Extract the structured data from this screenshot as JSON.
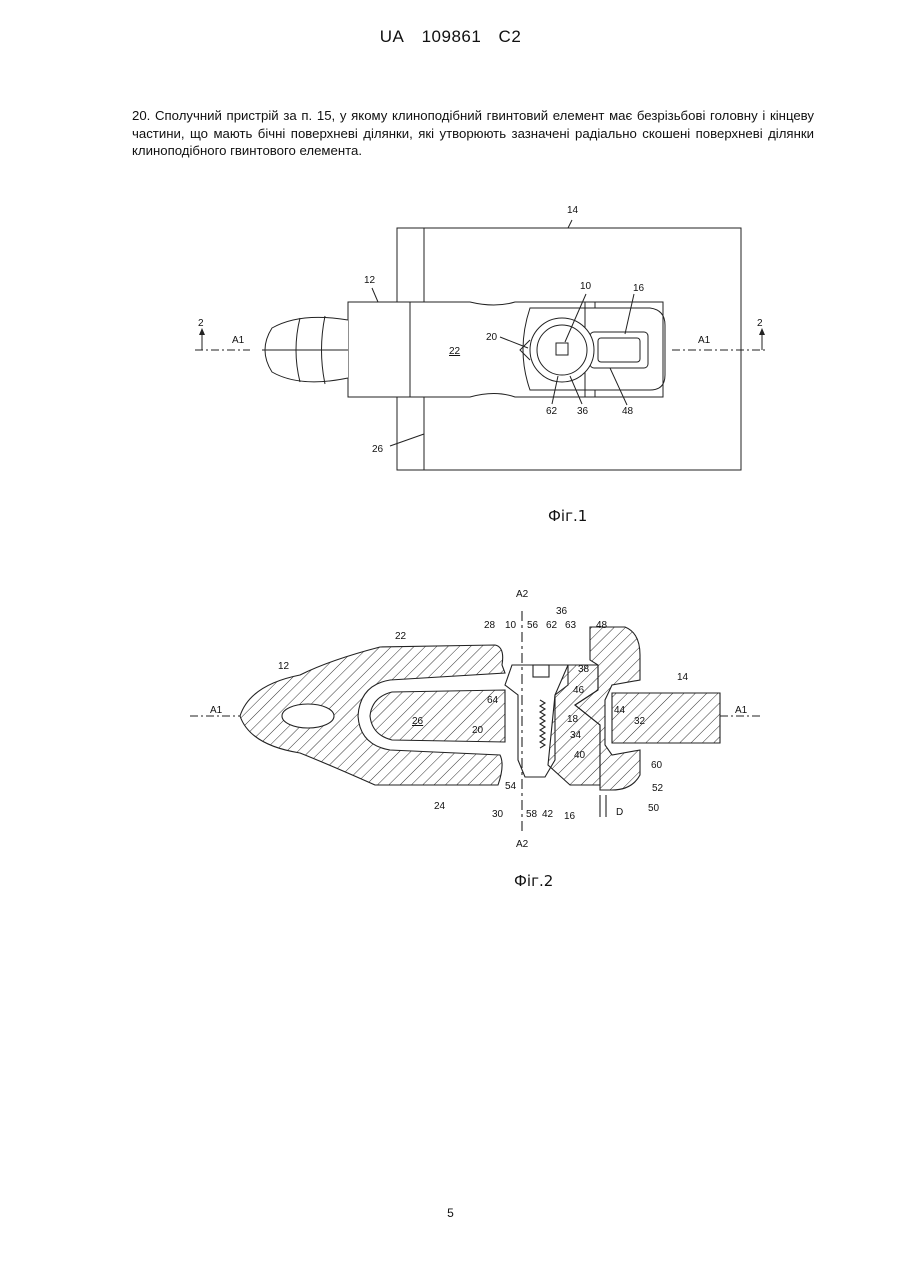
{
  "header": {
    "country": "UA",
    "number": "109861",
    "kind": "C2"
  },
  "claim_text": "20. Сполучний пристрій за п. 15, у якому клиноподібний гвинтовий елемент має безрізьбові головну і кінцеву частини, що мають бічні поверхневі ділянки, які утворюють зазначені радіально скошені поверхневі ділянки клиноподібного гвинтового елемента.",
  "figures": [
    {
      "caption": "Фіг.1",
      "labels": [
        "14",
        "12",
        "10",
        "16",
        "2",
        "2",
        "A1",
        "A1",
        "20",
        "22",
        "62",
        "36",
        "48",
        "26"
      ]
    },
    {
      "caption": "Фіг.2",
      "labels": [
        "A2",
        "36",
        "28",
        "10",
        "56",
        "62",
        "63",
        "48",
        "22",
        "12",
        "38",
        "14",
        "46",
        "64",
        "44",
        "A1",
        "A1",
        "26",
        "18",
        "32",
        "20",
        "34",
        "40",
        "60",
        "52",
        "54",
        "58",
        "42",
        "16",
        "D",
        "50",
        "24",
        "30",
        "A2"
      ]
    }
  ],
  "page_number": "5"
}
